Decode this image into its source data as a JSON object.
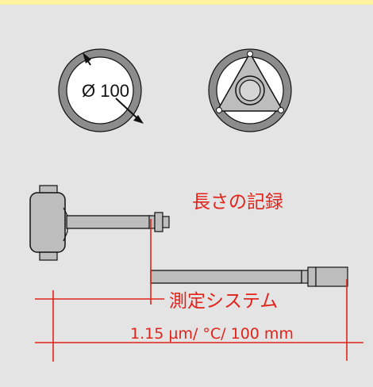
{
  "colors": {
    "background": "#e4e4e4",
    "top_band": "#fff3a0",
    "ring": "#8c8c8c",
    "part_fill": "#bdbdbd",
    "measure_red": "#e2231a"
  },
  "labels": {
    "diameter": "Ø 100",
    "length_record": "長さの記録",
    "measuring_system": "測定システム",
    "coefficient": "1.15 µm/ °C/ 100 mm"
  }
}
